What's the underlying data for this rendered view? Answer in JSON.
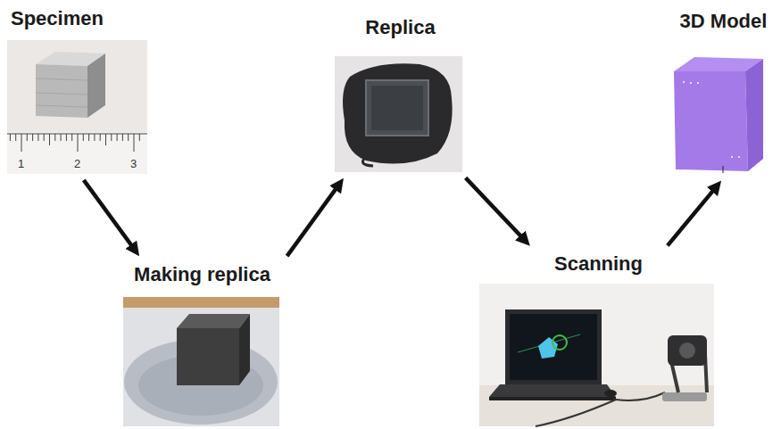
{
  "diagram": {
    "nodes": [
      {
        "text": [
          "Specimen"
        ]
      },
      {
        "text": [
          "Making replica"
        ]
      },
      {
        "text": [
          "Replica"
        ]
      },
      {
        "text": [
          "Scanning"
        ]
      },
      {
        "text": [
          "3D Model"
        ]
      }
    ],
    "edges": [
      {
        "from": 0,
        "to": 1,
        "arrow": "to"
      },
      {
        "from": 1,
        "to": 2,
        "arrow": "to"
      },
      {
        "from": 2,
        "to": 3,
        "arrow": "to"
      },
      {
        "from": 3,
        "to": 4,
        "arrow": "to"
      }
    ],
    "labels": [
      "1",
      "2",
      "3"
    ]
  }
}
